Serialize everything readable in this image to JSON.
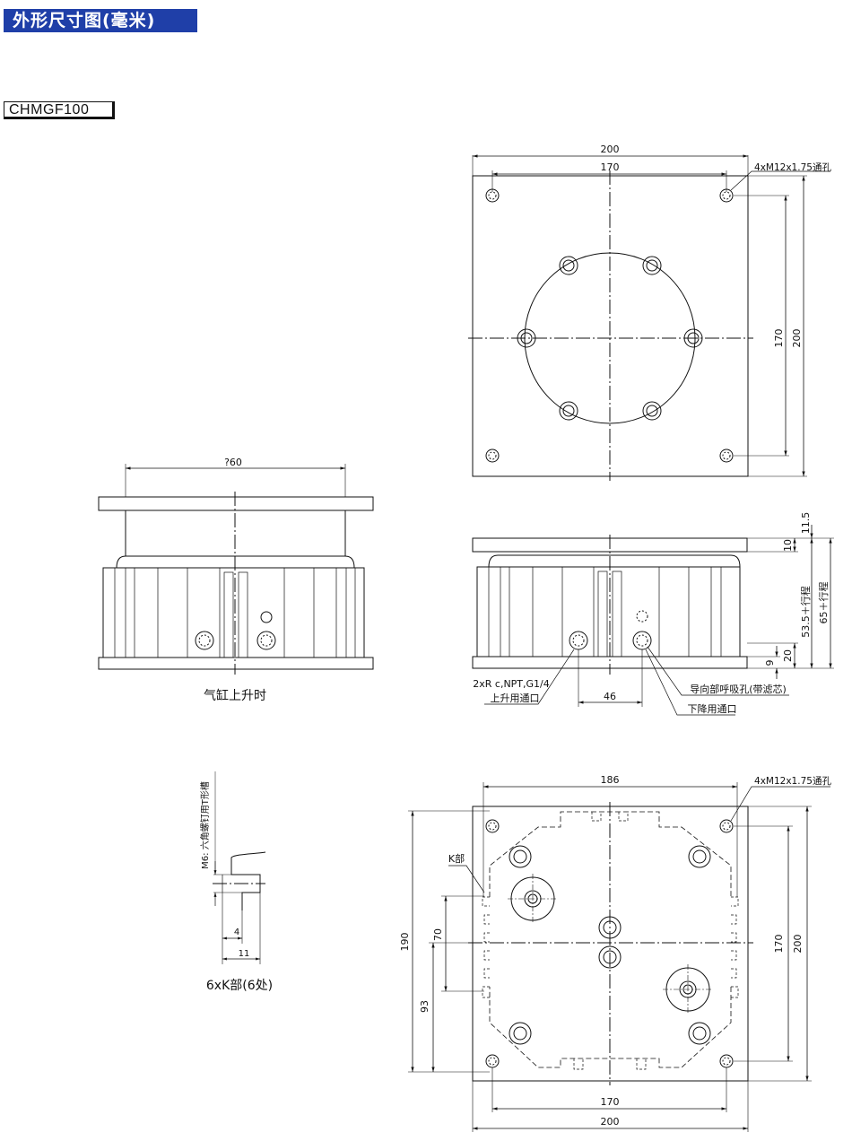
{
  "header": {
    "title": "外形尺寸图(毫米)"
  },
  "model": {
    "name": "CHMGF100"
  },
  "top_view": {
    "dim_width": "200",
    "dim_hole_spacing": "170",
    "dim_height": "200",
    "dim_hole_spacing_v": "170",
    "hole_note": "4xM12x1.75通孔"
  },
  "side_view_left": {
    "dim_diameter": "?60",
    "caption": "气缸上升时"
  },
  "side_view_right": {
    "dim_11_5": "11.5",
    "dim_10": "10",
    "dim_53_5": "53.5＋行程",
    "dim_65": "65＋行程",
    "dim_20": "20",
    "dim_9": "9",
    "dim_46": "46",
    "port_note": "2xR c,NPT,G1/4",
    "port_up": "上升用通口",
    "port_down": "下降用通口",
    "breather": "导向部呼吸孔(带滤芯)"
  },
  "k_detail": {
    "note": "M6: 六角螺钉用T形槽",
    "dim_4": "4",
    "dim_11": "11",
    "caption": "6xK部(6处)"
  },
  "bottom_view": {
    "dim_186": "186",
    "hole_note": "4xM12x1.75通孔",
    "k_label": "K部",
    "dim_190": "190",
    "dim_70": "70",
    "dim_93": "93",
    "dim_170_v": "170",
    "dim_200_v": "200",
    "dim_170_h": "170",
    "dim_200_h": "200"
  }
}
